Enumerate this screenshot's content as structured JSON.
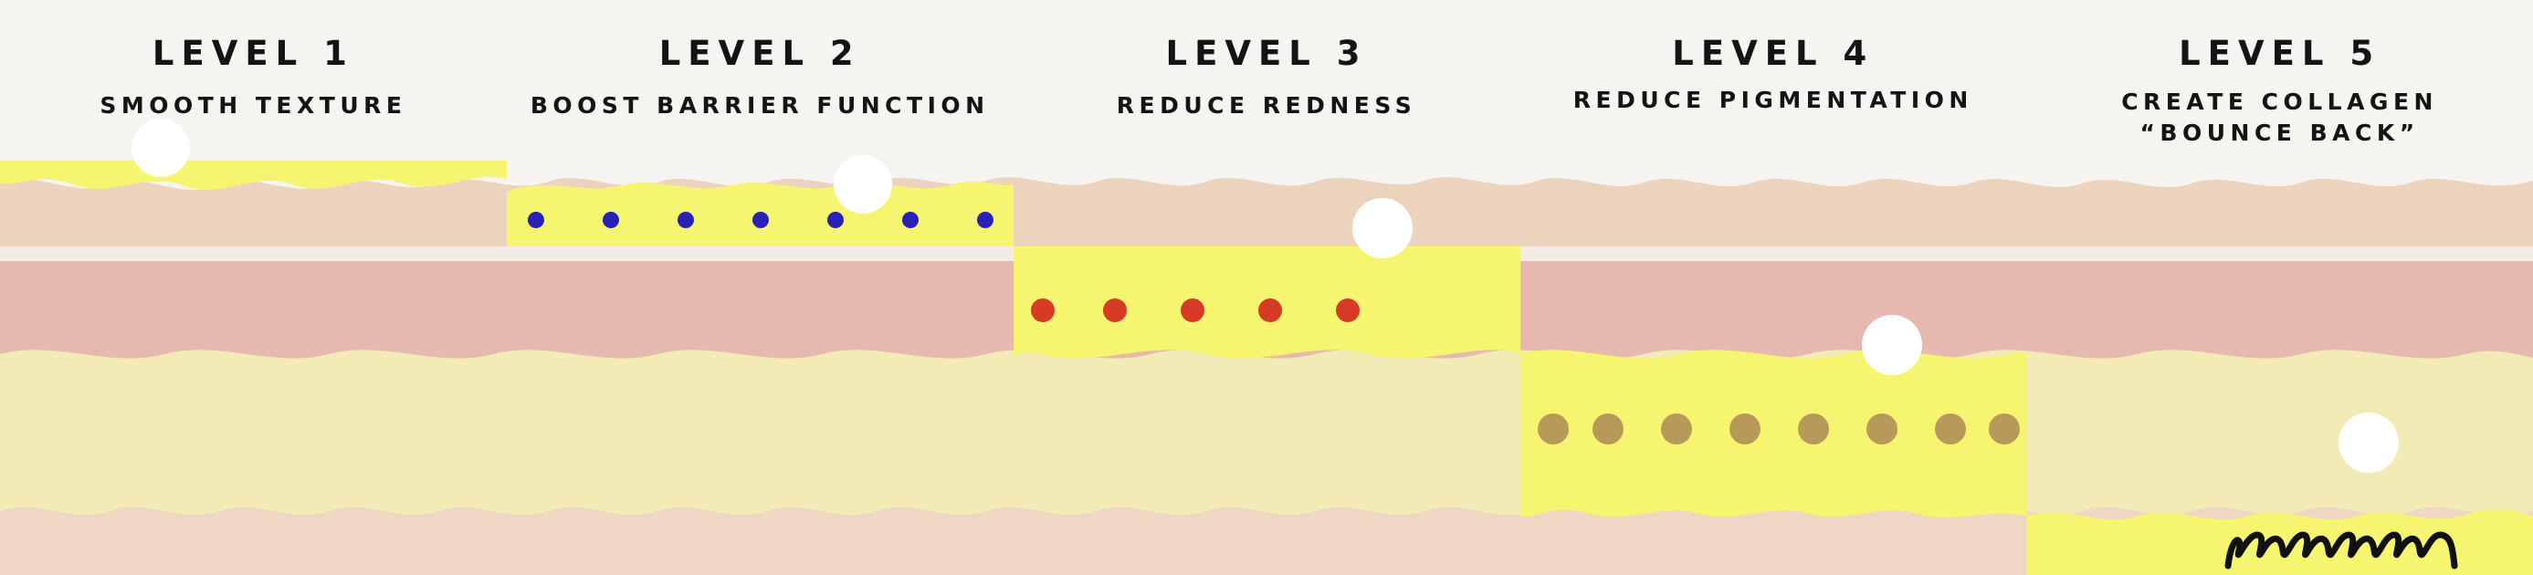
{
  "levels": [
    {
      "title": "LEVEL 1",
      "subtitle_lines": [
        "SMOOTH TEXTURE"
      ]
    },
    {
      "title": "LEVEL 2",
      "subtitle_lines": [
        "BOOST BARRIER FUNCTION"
      ]
    },
    {
      "title": "LEVEL 3",
      "subtitle_lines": [
        "REDUCE REDNESS"
      ]
    },
    {
      "title": "LEVEL 4",
      "subtitle_lines": [
        "REDUCE PIGMENTATION"
      ]
    },
    {
      "title": "LEVEL 5",
      "subtitle_lines": [
        "CREATE COLLAGEN",
        "“BOUNCE BACK”"
      ]
    }
  ],
  "colors": {
    "background": "#f6f4f1",
    "epidermis": "#ecd3bd",
    "divider": "#f3ebe7",
    "dermis": "#e5b9af",
    "fat": "#f3ebb5",
    "base": "#eed8c3",
    "highlight": "#f6f56f",
    "light_dot": "#ffffff",
    "barrier_dot": "#2a22b8",
    "redness_dot": "#d73b25",
    "pigment_dot": "#b79a5a",
    "collagen_spring": "#111111"
  },
  "icons": {
    "light_dot": "circle",
    "barrier_dot": "circle",
    "redness_dot": "circle",
    "pigment_dot": "circle",
    "collagen": "spring-coil"
  }
}
